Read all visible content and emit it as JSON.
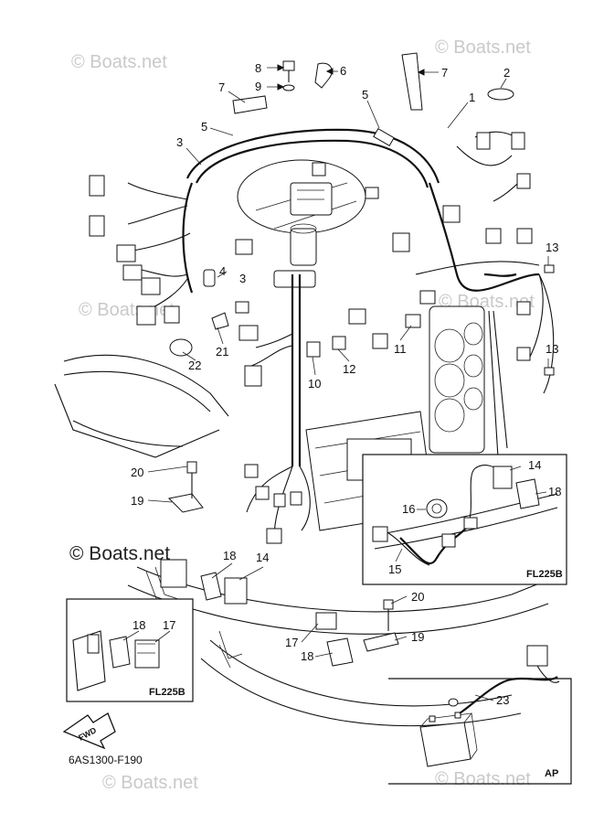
{
  "watermark": {
    "text": "© Boats.net"
  },
  "diagram_code": "6AS1300-F190",
  "fwd_label": "FWD",
  "boxes": {
    "right_inset": "FL225B",
    "left_inset": "FL225B",
    "battery_inset": "AP"
  },
  "callouts": {
    "c1": "1",
    "c2": "2",
    "c3a": "3",
    "c3b": "3",
    "c4": "4",
    "c5a": "5",
    "c5b": "5",
    "c6": "6",
    "c7a": "7",
    "c7b": "7",
    "c8": "8",
    "c9": "9",
    "c10": "10",
    "c11": "11",
    "c12": "12",
    "c13a": "13",
    "c13b": "13",
    "c14a": "14",
    "c14b": "14",
    "c15": "15",
    "c16": "16",
    "c17a": "17",
    "c17b": "17",
    "c18a": "18",
    "c18b": "18",
    "c18c": "18",
    "c18d": "18",
    "c19a": "19",
    "c19b": "19",
    "c20a": "20",
    "c20b": "20",
    "c21": "21",
    "c22": "22",
    "c23": "23"
  }
}
